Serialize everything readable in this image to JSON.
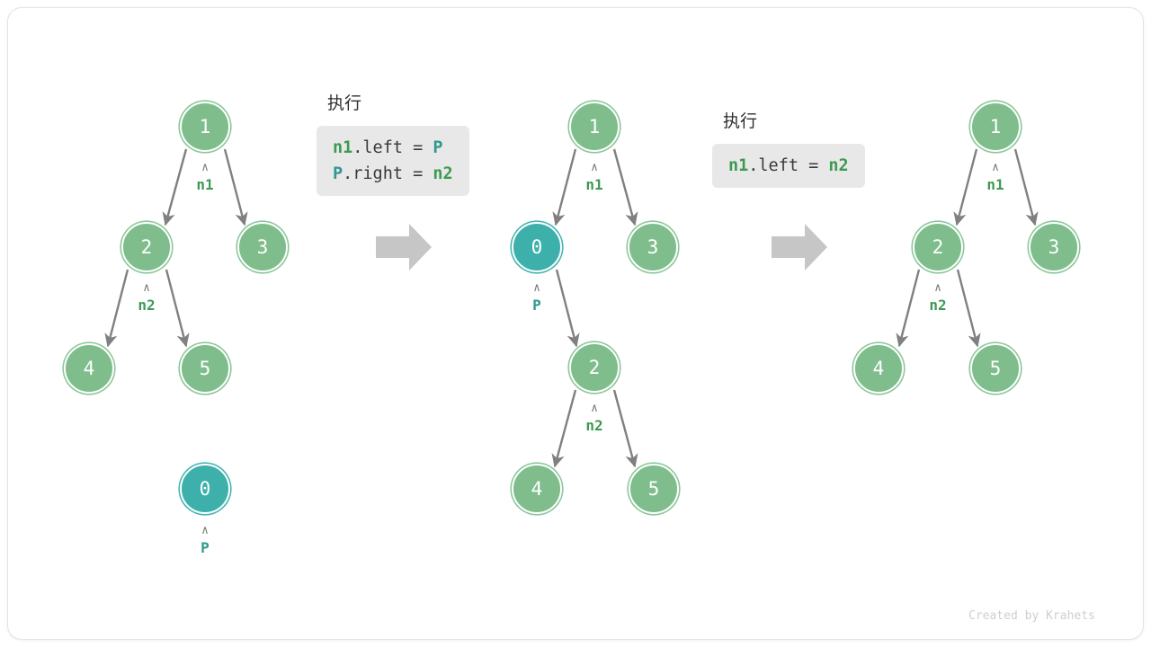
{
  "figure": {
    "footer": "Created by Krahets",
    "colors": {
      "node_green_fill": "#7FBE8C",
      "node_green_ring": "#8CC79A",
      "node_teal_fill": "#3EB0AC",
      "node_teal_ring": "#46B5B1",
      "edge_gray": "#808080",
      "step_arrow_gray": "#c6c6c6",
      "code_bg": "#e8e8e8",
      "code_green": "#3E9A52",
      "code_teal": "#2F998F",
      "footer_gray": "#cfcfcf"
    }
  },
  "steps": [
    {
      "id": "step-1",
      "caption": "",
      "code_lines": [],
      "nodes": [
        {
          "label": "1",
          "color": "green"
        },
        {
          "label": "2",
          "color": "green"
        },
        {
          "label": "3",
          "color": "green"
        },
        {
          "label": "4",
          "color": "green"
        },
        {
          "label": "5",
          "color": "green"
        },
        {
          "label": "0",
          "color": "teal"
        }
      ],
      "pointers": [
        {
          "caret": "∧",
          "name": "n1",
          "color": "green"
        },
        {
          "caret": "∧",
          "name": "n2",
          "color": "green"
        },
        {
          "caret": "∧",
          "name": "P",
          "color": "teal"
        }
      ]
    },
    {
      "id": "step-2",
      "caption": "执行",
      "code_lines": [
        [
          {
            "t": "n1",
            "c": "kn"
          },
          {
            "t": ".left = ",
            "c": "op"
          },
          {
            "t": "P",
            "c": "kp"
          }
        ],
        [
          {
            "t": "P",
            "c": "kp"
          },
          {
            "t": ".right = ",
            "c": "op"
          },
          {
            "t": "n2",
            "c": "kn"
          }
        ]
      ],
      "nodes": [
        {
          "label": "1",
          "color": "green"
        },
        {
          "label": "0",
          "color": "teal"
        },
        {
          "label": "3",
          "color": "green"
        },
        {
          "label": "2",
          "color": "green"
        },
        {
          "label": "4",
          "color": "green"
        },
        {
          "label": "5",
          "color": "green"
        }
      ],
      "pointers": [
        {
          "caret": "∧",
          "name": "n1",
          "color": "green"
        },
        {
          "caret": "∧",
          "name": "P",
          "color": "teal"
        },
        {
          "caret": "∧",
          "name": "n2",
          "color": "green"
        }
      ]
    },
    {
      "id": "step-3",
      "caption": "执行",
      "code_lines": [
        [
          {
            "t": "n1",
            "c": "kn"
          },
          {
            "t": ".left = ",
            "c": "op"
          },
          {
            "t": "n2",
            "c": "kn"
          }
        ]
      ],
      "nodes": [
        {
          "label": "1",
          "color": "green"
        },
        {
          "label": "2",
          "color": "green"
        },
        {
          "label": "3",
          "color": "green"
        },
        {
          "label": "4",
          "color": "green"
        },
        {
          "label": "5",
          "color": "green"
        }
      ],
      "pointers": [
        {
          "caret": "∧",
          "name": "n1",
          "color": "green"
        },
        {
          "caret": "∧",
          "name": "n2",
          "color": "green"
        }
      ]
    }
  ],
  "tree1": {
    "nodes": {
      "n_1": "1",
      "n_2": "2",
      "n_3": "3",
      "n_4": "4",
      "n_5": "5",
      "n_0": "0"
    },
    "pointers": {
      "n1": "n1",
      "n2": "n2",
      "p": "P",
      "caret": "∧"
    }
  },
  "tree2": {
    "nodes": {
      "n_1": "1",
      "n_0": "0",
      "n_3": "3",
      "n_2": "2",
      "n_4": "4",
      "n_5": "5"
    },
    "pointers": {
      "n1": "n1",
      "n2": "n2",
      "p": "P",
      "caret": "∧"
    }
  },
  "tree3": {
    "nodes": {
      "n_1": "1",
      "n_2": "2",
      "n_3": "3",
      "n_4": "4",
      "n_5": "5"
    },
    "pointers": {
      "n1": "n1",
      "n2": "n2",
      "caret": "∧"
    }
  },
  "code1": {
    "caption": "执行",
    "line1": {
      "a": "n1",
      "b": ".left = ",
      "c": "P"
    },
    "line2": {
      "a": "P",
      "b": ".right = ",
      "c": "n2"
    }
  },
  "code2": {
    "caption": "执行",
    "line1": {
      "a": "n1",
      "b": ".left = ",
      "c": "n2"
    }
  }
}
